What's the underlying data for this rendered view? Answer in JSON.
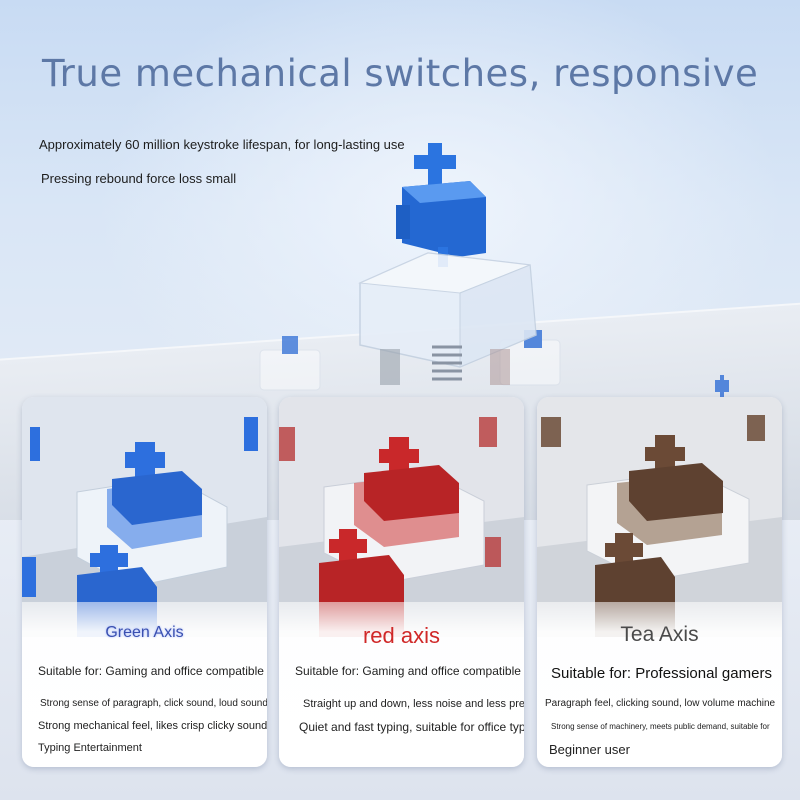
{
  "title": "True mechanical switches, responsive",
  "features": [
    "Approximately 60 million keystroke lifespan, for long-lasting use",
    "Pressing rebound force loss small"
  ],
  "colors": {
    "title": "#5d78a6",
    "blue_switch": "#2a6fdc",
    "red_switch": "#c9282a",
    "brown_switch": "#6b4a36"
  },
  "cards": [
    {
      "title": "Green Axis",
      "suitable": "Suitable for: Gaming and office compatible",
      "lines": [
        "Strong sense of paragraph, click sound, loud sound",
        "Strong mechanical feel, likes crisp clicky sound, sui",
        "Typing Entertainment"
      ]
    },
    {
      "title": "red axis",
      "suitable": "Suitable for: Gaming and office compatible",
      "lines": [
        "Straight up and down, less noise and less pressure",
        "Quiet and fast typing, suitable for office typing"
      ]
    },
    {
      "title": "Tea Axis",
      "suitable": "Suitable for: Professional gamers",
      "lines": [
        "Paragraph feel, clicking sound, low volume machine",
        "Strong sense of machinery, meets public demand, suitable for",
        "Beginner user"
      ]
    }
  ]
}
